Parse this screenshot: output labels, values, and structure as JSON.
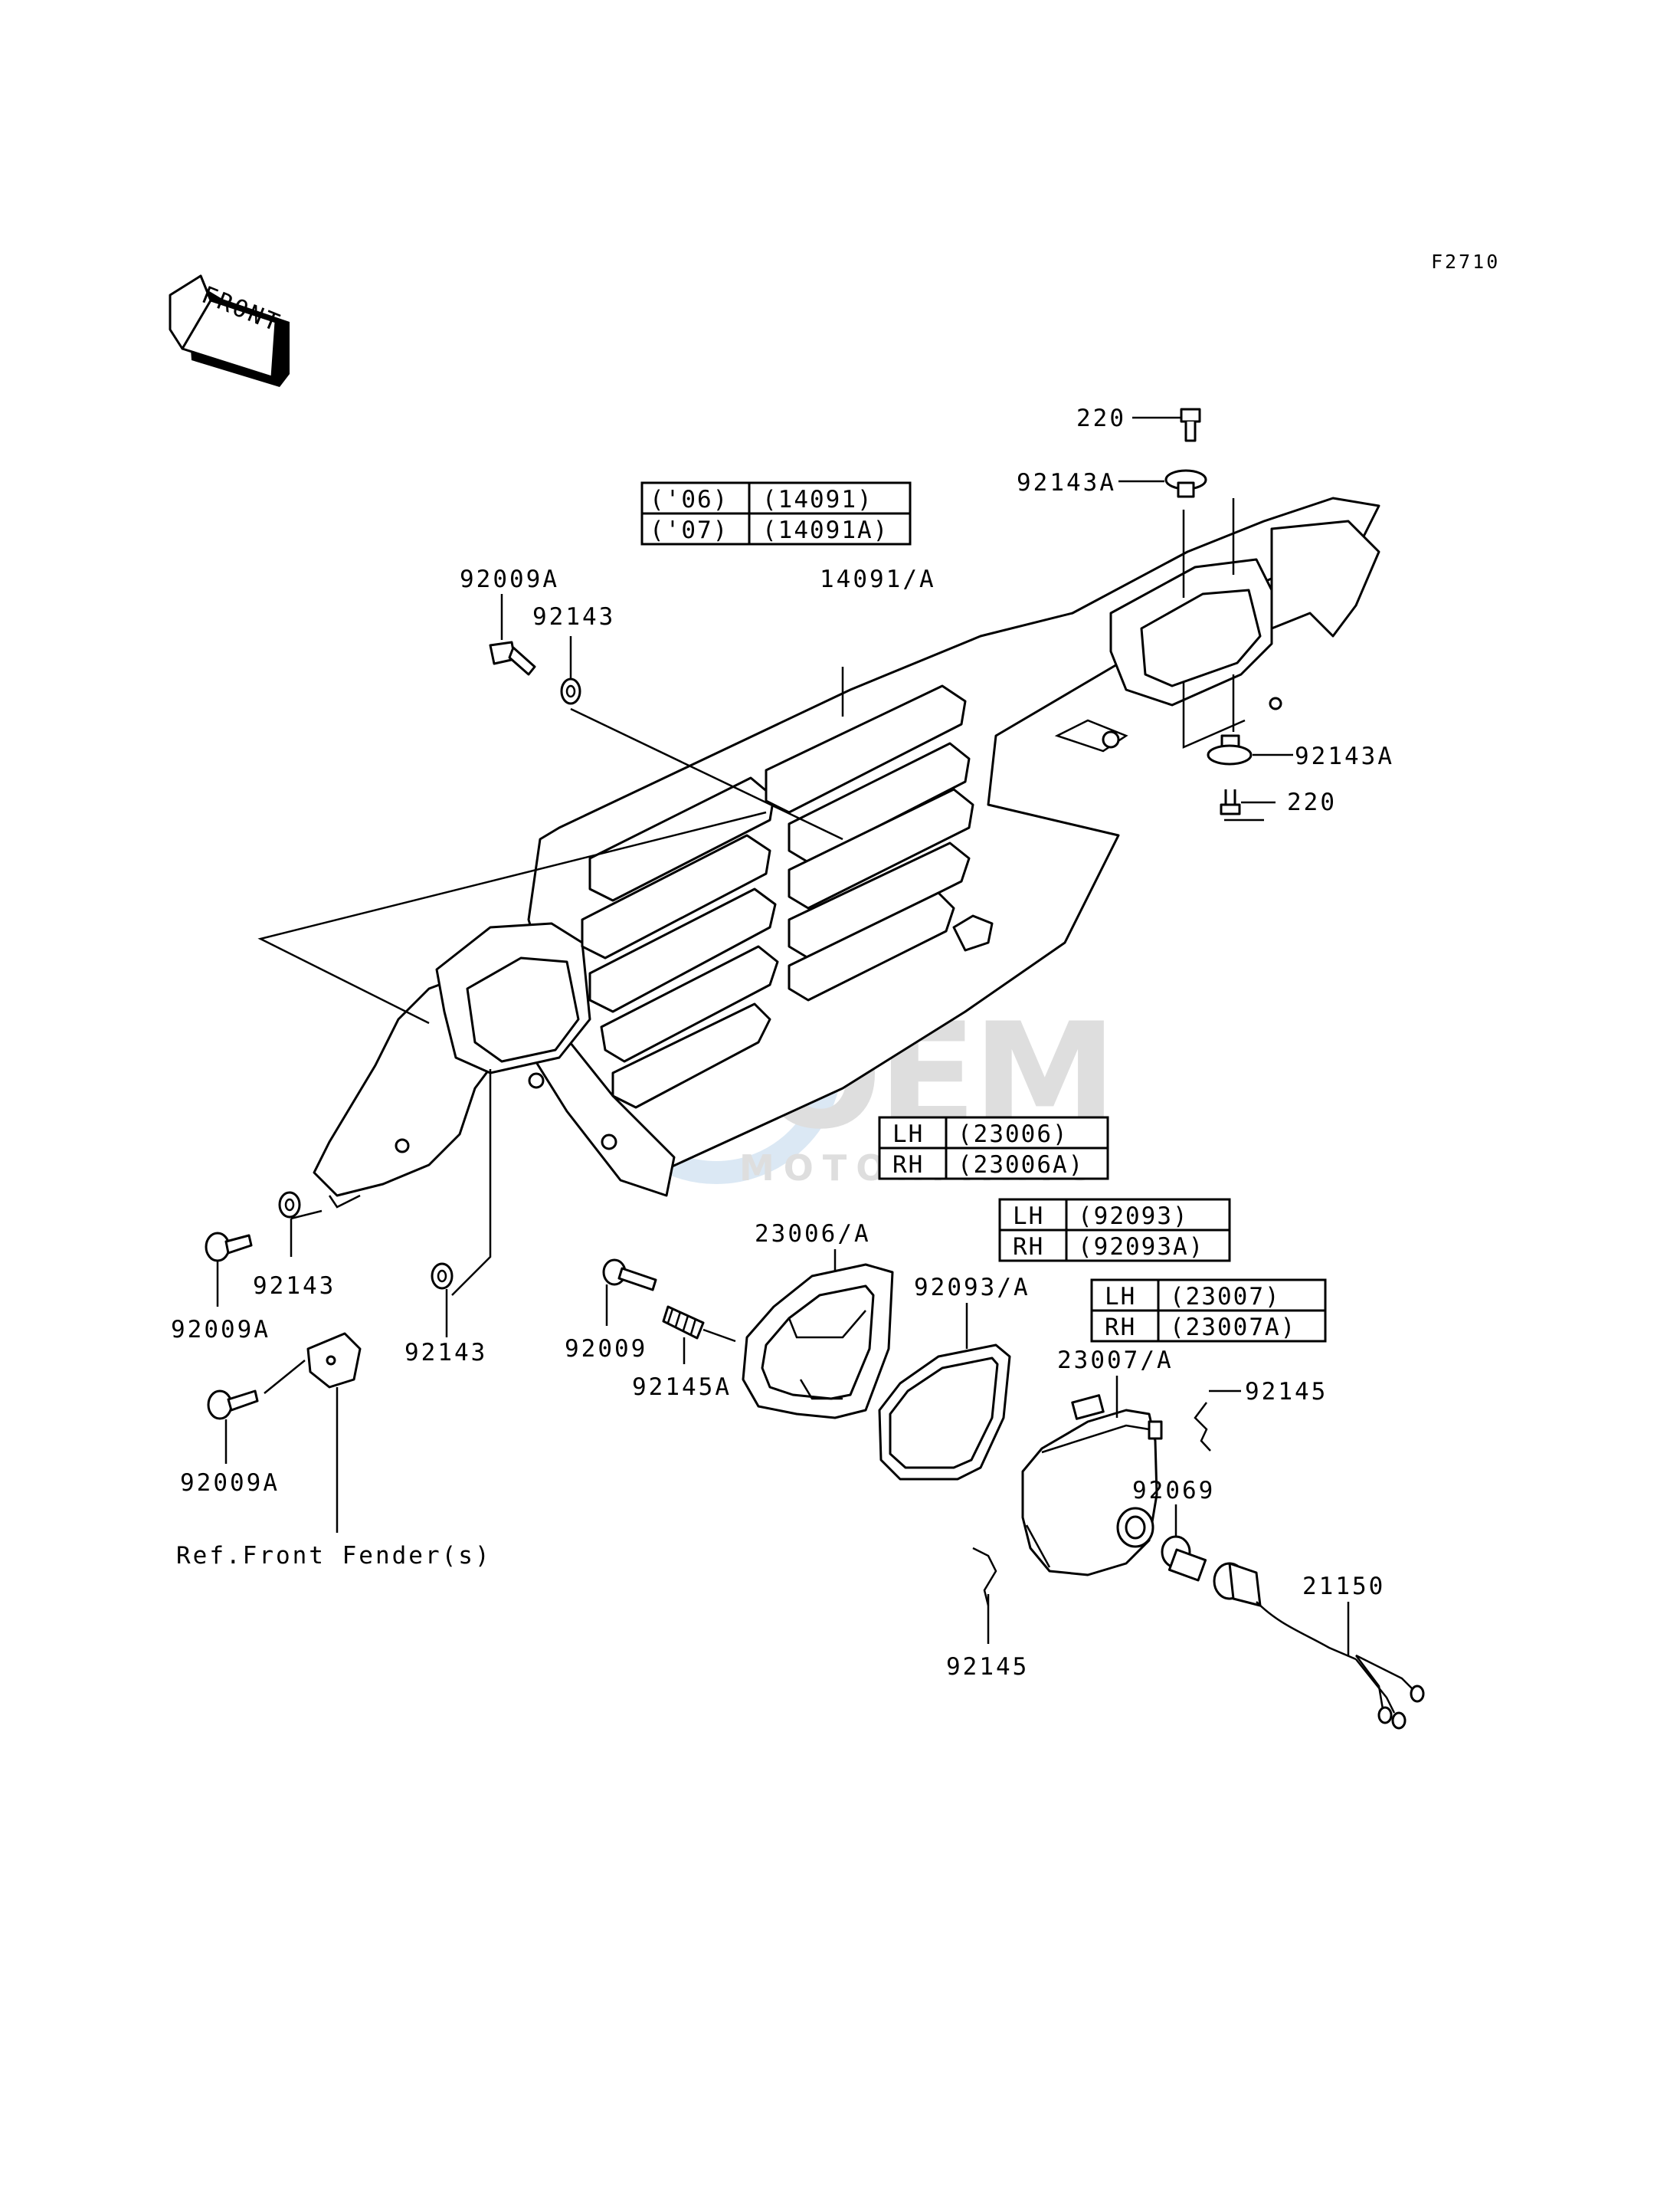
{
  "diagram_code": "F2710",
  "front_arrow_label": "FRONT",
  "watermark": {
    "main": "OEM",
    "sub": "MOTORPARTS"
  },
  "labels": {
    "p220_top": "220",
    "p92143A_top": "92143A",
    "p92009A_top": "92009A",
    "p92143_top": "92143",
    "p14091A": "14091/A",
    "p92143A_bottom": "92143A",
    "p220_bottom": "220",
    "p92143_left": "92143",
    "p92009A_left": "92009A",
    "p92143_mid": "92143",
    "p92009A_bottom": "92009A",
    "ref_front_fender": "Ref.Front Fender(s)",
    "p92009": "92009",
    "p92145A": "92145A",
    "p23006A": "23006/A",
    "p92093A": "92093/A",
    "p23007A": "23007/A",
    "p92145_right": "92145",
    "p92069": "92069",
    "p21150": "21150",
    "p92145_bottom": "92145"
  },
  "tables": {
    "t14091": {
      "rows": [
        [
          "('06)",
          "(14091)"
        ],
        [
          "('07)",
          "(14091A)"
        ]
      ]
    },
    "t23006": {
      "rows": [
        [
          "LH",
          "(23006)"
        ],
        [
          "RH",
          "(23006A)"
        ]
      ]
    },
    "t92093": {
      "rows": [
        [
          "LH",
          "(92093)"
        ],
        [
          "RH",
          "(92093A)"
        ]
      ]
    },
    "t23007": {
      "rows": [
        [
          "LH",
          "(23007)"
        ],
        [
          "RH",
          "(23007A)"
        ]
      ]
    }
  }
}
